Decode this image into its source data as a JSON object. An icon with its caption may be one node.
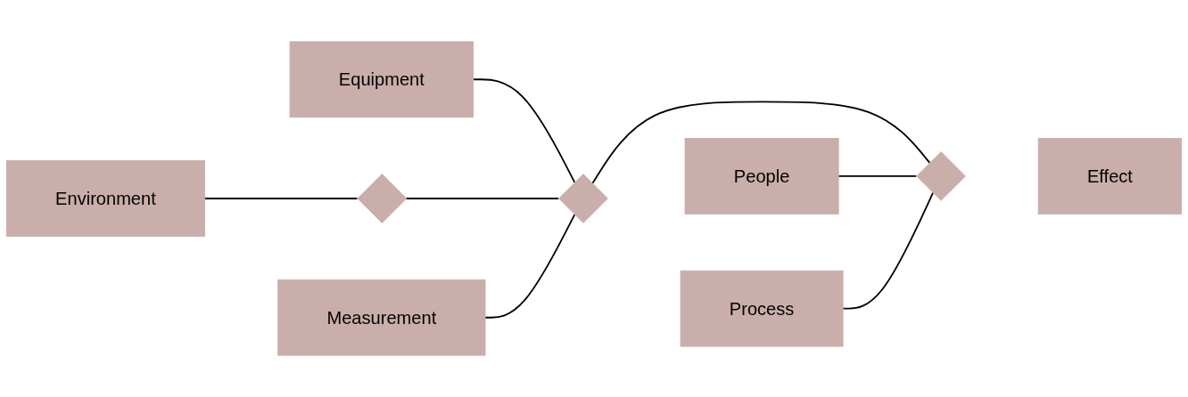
{
  "diagram": {
    "nodes": [
      {
        "text": [
          "Equipment"
        ]
      },
      {
        "text": [
          "People"
        ]
      },
      {
        "text": [],
        "shape": "diamond"
      },
      {
        "text": [],
        "shape": "diamond"
      },
      {
        "text": [],
        "shape": "diamond"
      },
      {
        "text": [
          "Effect"
        ]
      },
      {
        "text": [
          "Environment"
        ]
      },
      {
        "text": [
          "Measurement"
        ]
      },
      {
        "text": [
          "Process"
        ]
      }
    ],
    "edges": [
      {
        "from": 0,
        "to": 3,
        "arrow": "none"
      },
      {
        "from": 6,
        "to": 2,
        "arrow": "none"
      },
      {
        "from": 2,
        "to": 3,
        "arrow": "none"
      },
      {
        "from": 7,
        "to": 3,
        "arrow": "none"
      },
      {
        "from": 3,
        "to": 4,
        "arrow": "none"
      },
      {
        "from": 1,
        "to": 4,
        "arrow": "none"
      },
      {
        "from": 8,
        "to": 4,
        "arrow": "none"
      }
    ]
  }
}
